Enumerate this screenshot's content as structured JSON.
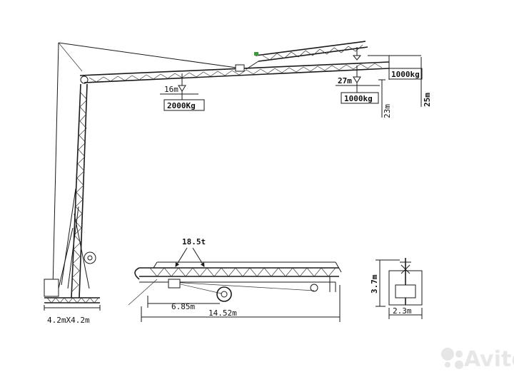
{
  "labels": {
    "load_2000": "2000Kg",
    "dist_16": "16m",
    "dist_27": "27m",
    "load_1000_mid": "1000kg",
    "load_1000_top": "1000kg",
    "height_23": "23m",
    "height_25": "25m",
    "weight_transport": "18.5t",
    "len_685": "6.85m",
    "len_1452": "14.52m",
    "base_size": "4.2mX4.2m",
    "height_37": "3.7m",
    "width_23": "2.3m"
  },
  "watermark": {
    "text": "Avito"
  }
}
